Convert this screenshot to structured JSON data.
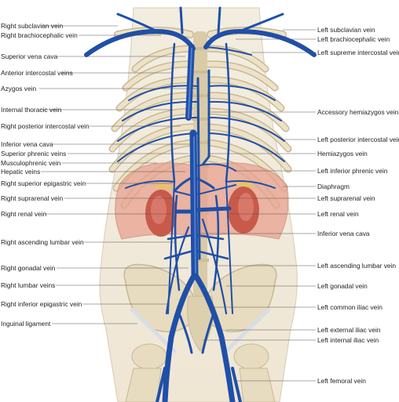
{
  "left_labels": [
    "Right subclavian vein",
    "Right brachiocephalic vein",
    "Superior vena cava",
    "Anterior intercostal veins",
    "Azygos vein",
    "Internal thoracic vein",
    "Right posterior intercostal vein",
    "Inferior vena cava",
    "Superior phrenic veins",
    "Musculophrenic vein",
    "Hepatic veins",
    "Right superior epigastric vein",
    "Right suprarenal vein",
    "Right renal vein",
    "Right ascending lumbar vein",
    "Right gonadal vein",
    "Right lumbar veins",
    "Right inferior epigastric vein",
    "Inguinal ligament"
  ],
  "right_labels": [
    "Left subclavian vein",
    "Left brachiocephalic vein",
    "Left supreme intercostal vein",
    "Accessory hemiazygos vein",
    "Left posterior intercostal vein",
    "Hemiazygos vein",
    "Left inferior phrenic vein",
    "Diaphragm",
    "Left suprarenal vein",
    "Left renal vein",
    "Inferior vena cava",
    "Left ascending lumbar vein",
    "Left gonadal vein",
    "Left common iliac vein",
    "Left external iliac vein",
    "Left internal iliac vein",
    "Left femoral vein"
  ],
  "colors": {
    "vein": "#1f4fa8",
    "vein_highlight": "#4d7fd6",
    "bone": "#e7dcc0",
    "bone_shadow": "#c9b893",
    "diaphragm": "#e8a190",
    "kidney": "#c85a4a",
    "background": "#ffffff"
  }
}
